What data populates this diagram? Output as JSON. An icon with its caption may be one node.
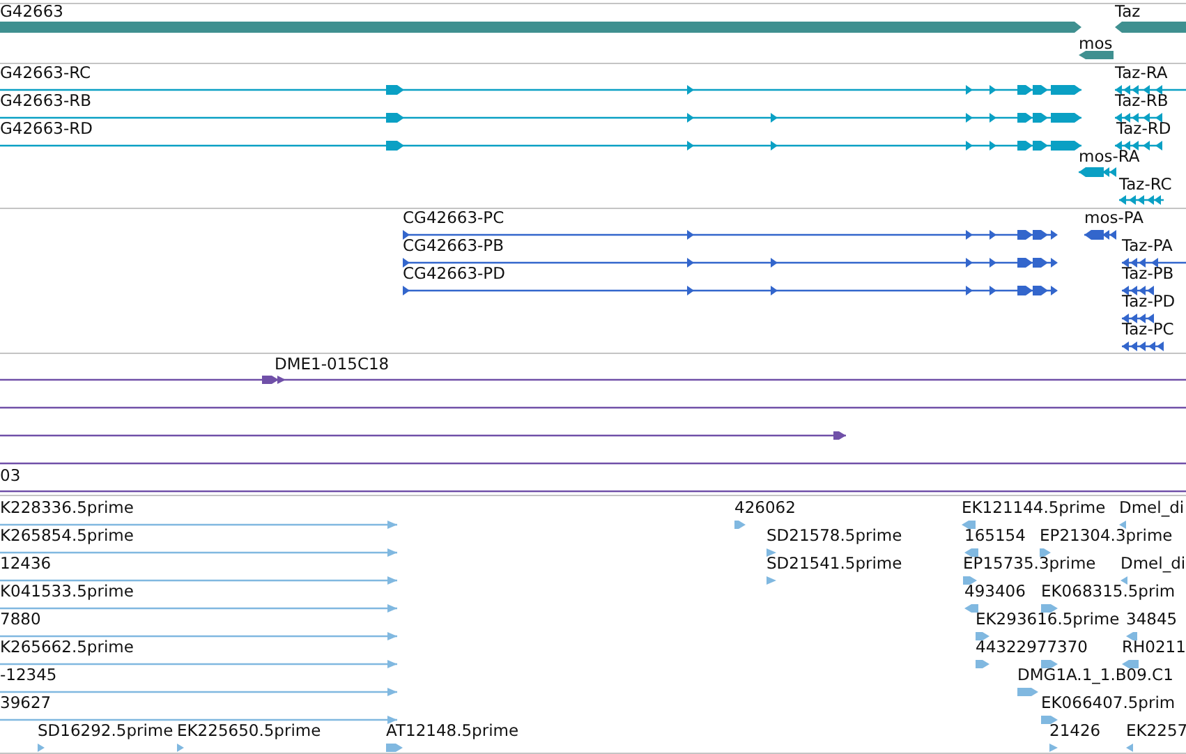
{
  "diagram": {
    "labels": [
      "G42663",
      "Taz",
      "mos",
      "G42663-RC",
      "Taz-RA",
      "G42663-RB",
      "Taz-RB",
      "G42663-RD",
      "Taz-RD",
      "mos-RA",
      "Taz-RC",
      "CG42663-PC",
      "mos-PA",
      "CG42663-PB",
      "Taz-PA",
      "CG42663-PD",
      "Taz-PB",
      "Taz-PD",
      "Taz-PC",
      "DME1-015C18",
      "03",
      "K228336.5prime",
      "426062",
      "EK121144.5prime",
      "Dmel_di",
      "K265854.5prime",
      "SD21578.5prime",
      "165154",
      "EP21304.3prime",
      "12436",
      "SD21541.5prime",
      "EP15735.3prime",
      "Dmel_di",
      "K041533.5prime",
      "493406",
      "EK068315.5prim",
      "7880",
      "EK293616.5prime",
      "34845",
      "K265662.5prime",
      "44322977370",
      "RH0211",
      "-12345",
      "DMG1A.1_1.B09.C1",
      "39627",
      "EK066407.5prim",
      "SD16292.5prime",
      "EK225650.5prime",
      "AT12148.5prime",
      "21426",
      "EK2257"
    ]
  }
}
